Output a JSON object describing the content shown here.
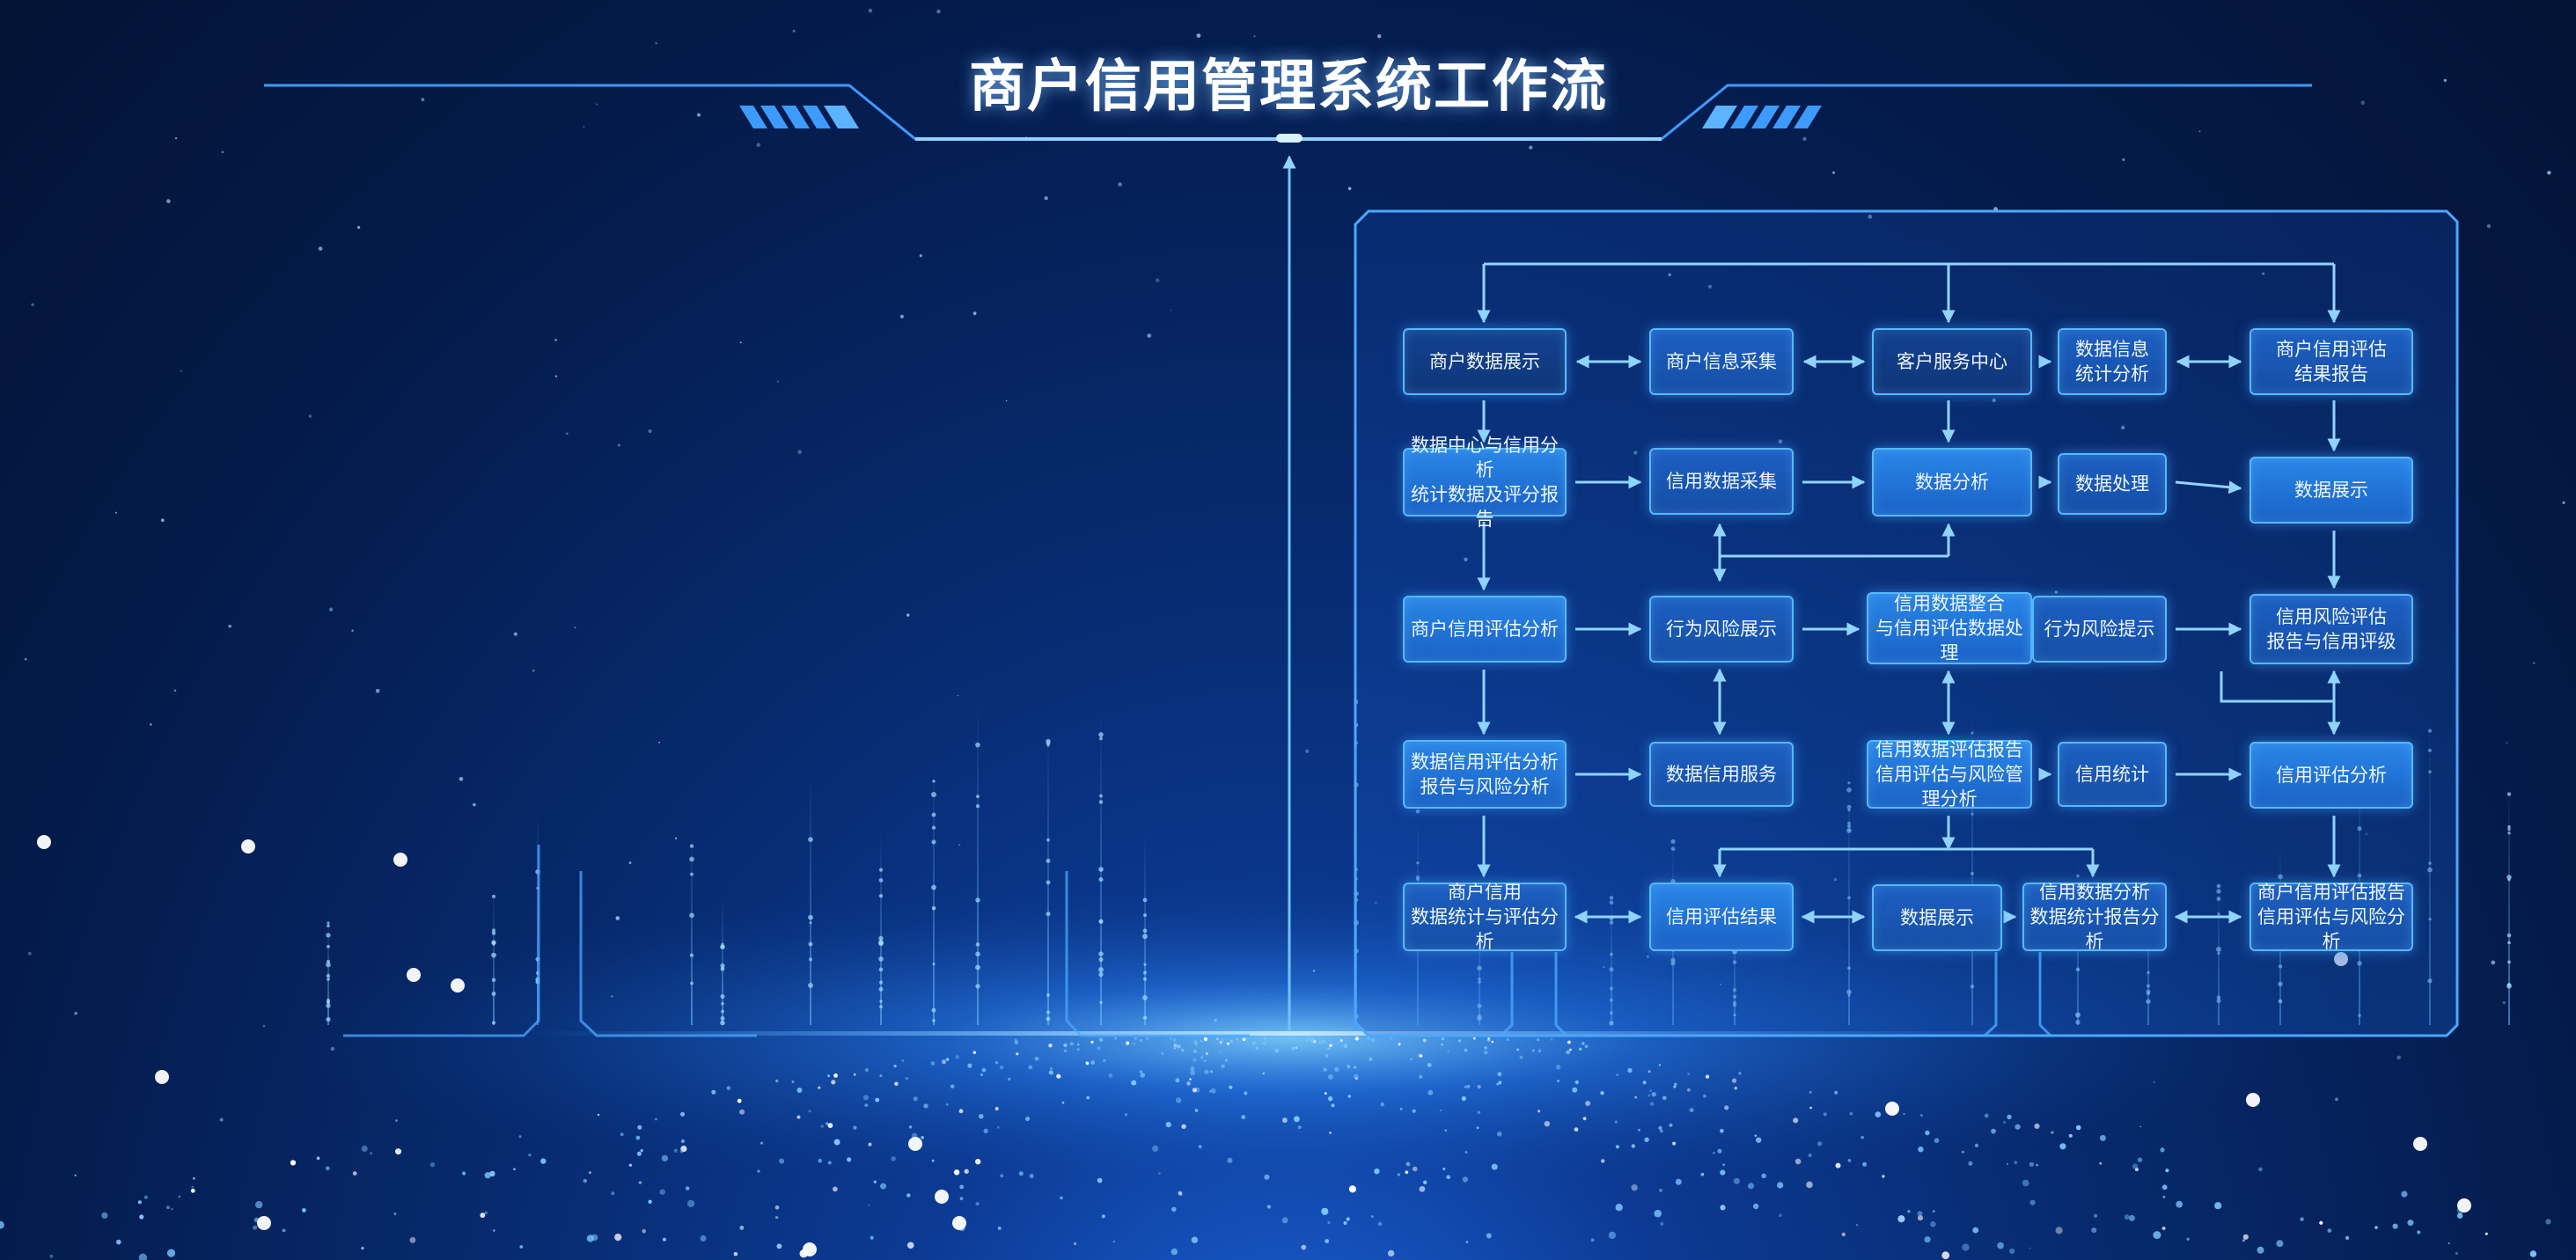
{
  "title": "商户信用管理系统工作流",
  "colors": {
    "accent": "#55b9ff",
    "background": "#041a48",
    "glow": "#8fd4ff"
  },
  "nodes": [
    "商户数据展示",
    "商户信息采集",
    "客户服务中心",
    "数据信息\n统计分析",
    "商户信用评估\n结果报告",
    "数据中心与信用分析\n统计数据及评分报告",
    "信用数据采集",
    "数据分析",
    "数据处理",
    "数据展示",
    "商户信用评估分析",
    "行为风险展示",
    "信用数据整合\n与信用评估数据处理",
    "行为风险提示",
    "信用风险评估\n报告与信用评级",
    "数据信用评估分析\n报告与风险分析",
    "数据信用服务",
    "信用数据评估报告\n信用评估与风险管理分析",
    "信用统计",
    "信用评估分析",
    "商户信用\n数据统计与评估分析",
    "信用评估结果",
    "数据展示",
    "信用数据分析\n数据统计报告分析",
    "商户信用评估报告\n信用评估与风险分析"
  ]
}
